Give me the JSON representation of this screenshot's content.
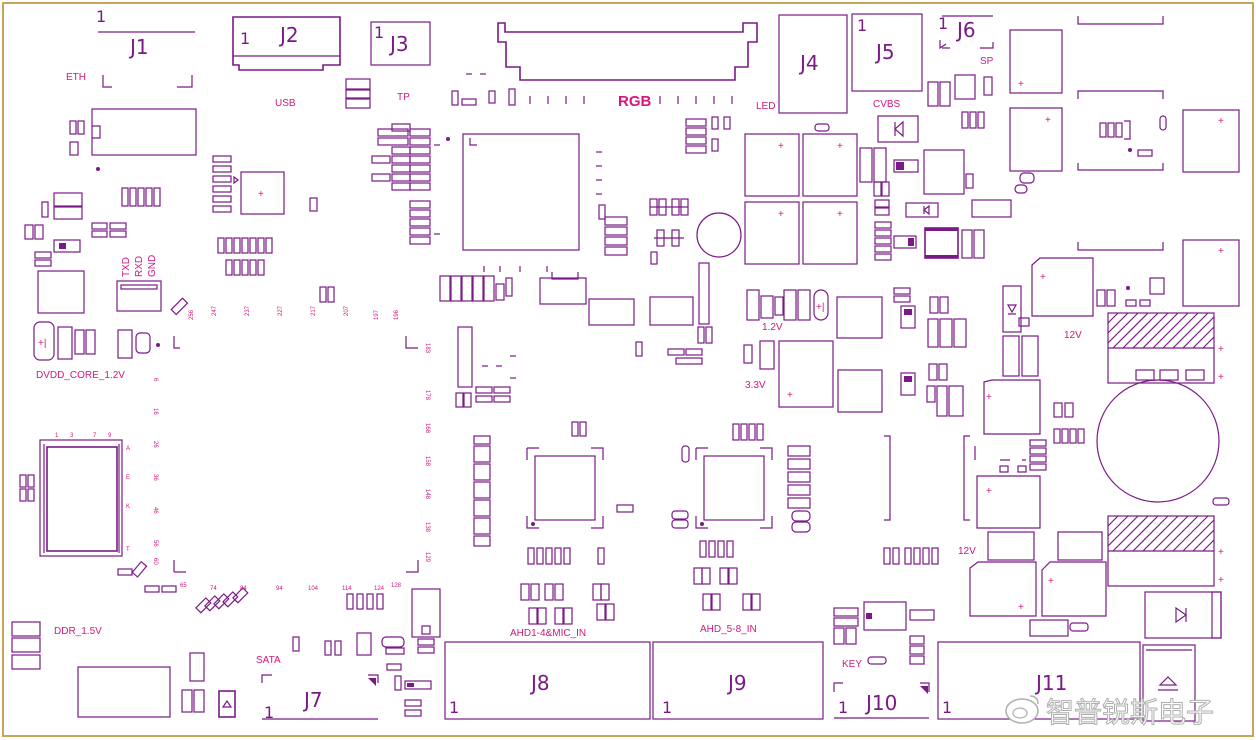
{
  "board": {
    "colors": {
      "outline": "#7a1a86",
      "silkscreen": "#d4177d",
      "frame": "#c9a55a"
    },
    "connectors": [
      {
        "ref": "J1",
        "pin1": "1"
      },
      {
        "ref": "J2",
        "pin1": "1"
      },
      {
        "ref": "J3",
        "pin1": "1"
      },
      {
        "ref": "J4",
        "pin1": ""
      },
      {
        "ref": "J5",
        "pin1": "1"
      },
      {
        "ref": "J6",
        "pin1": "1"
      },
      {
        "ref": "J7",
        "pin1": "1"
      },
      {
        "ref": "J8",
        "pin1": "1"
      },
      {
        "ref": "J9",
        "pin1": "1"
      },
      {
        "ref": "J10",
        "pin1": "1"
      },
      {
        "ref": "J11",
        "pin1": "1"
      }
    ],
    "labels": {
      "eth": "ETH",
      "usb": "USB",
      "tp": "TP",
      "rgb": "RGB",
      "led": "LED",
      "cvbs": "CVBS",
      "sp": "SP",
      "txd": "TXD",
      "rxd": "RXD",
      "gnd": "GND",
      "v12_core": "1.2V",
      "v33": "3.3V",
      "v12_a": "12V",
      "v12_b": "12V",
      "dvdd_core": "DVDD_CORE_1.2V",
      "ddr": "DDR_1.5V",
      "sata": "SATA",
      "ahd1": "AHD1-4&MIC_IN",
      "ahd2": "AHD_5-8_IN",
      "key": "KEY"
    },
    "bga_marks": {
      "cols": [
        "1",
        "3",
        "7",
        "9"
      ],
      "rows": [
        "A",
        "E",
        "K",
        "T"
      ]
    },
    "soc_pin_numbers": {
      "top": [
        "256",
        "247",
        "237",
        "227",
        "217",
        "207",
        "197",
        "196"
      ],
      "right": [
        "183",
        "178",
        "168",
        "158",
        "148",
        "138",
        "129"
      ],
      "left": [
        "6",
        "16",
        "26",
        "36",
        "46",
        "56",
        "60"
      ],
      "bottom": [
        "65",
        "74",
        "84",
        "94",
        "104",
        "114",
        "124",
        "128"
      ]
    },
    "watermark": "智普锐斯电子",
    "icons": {
      "diode": "diode-icon",
      "crystal": "crystal-icon",
      "battery": "coin-cell-icon",
      "weibo": "weibo-icon"
    }
  }
}
